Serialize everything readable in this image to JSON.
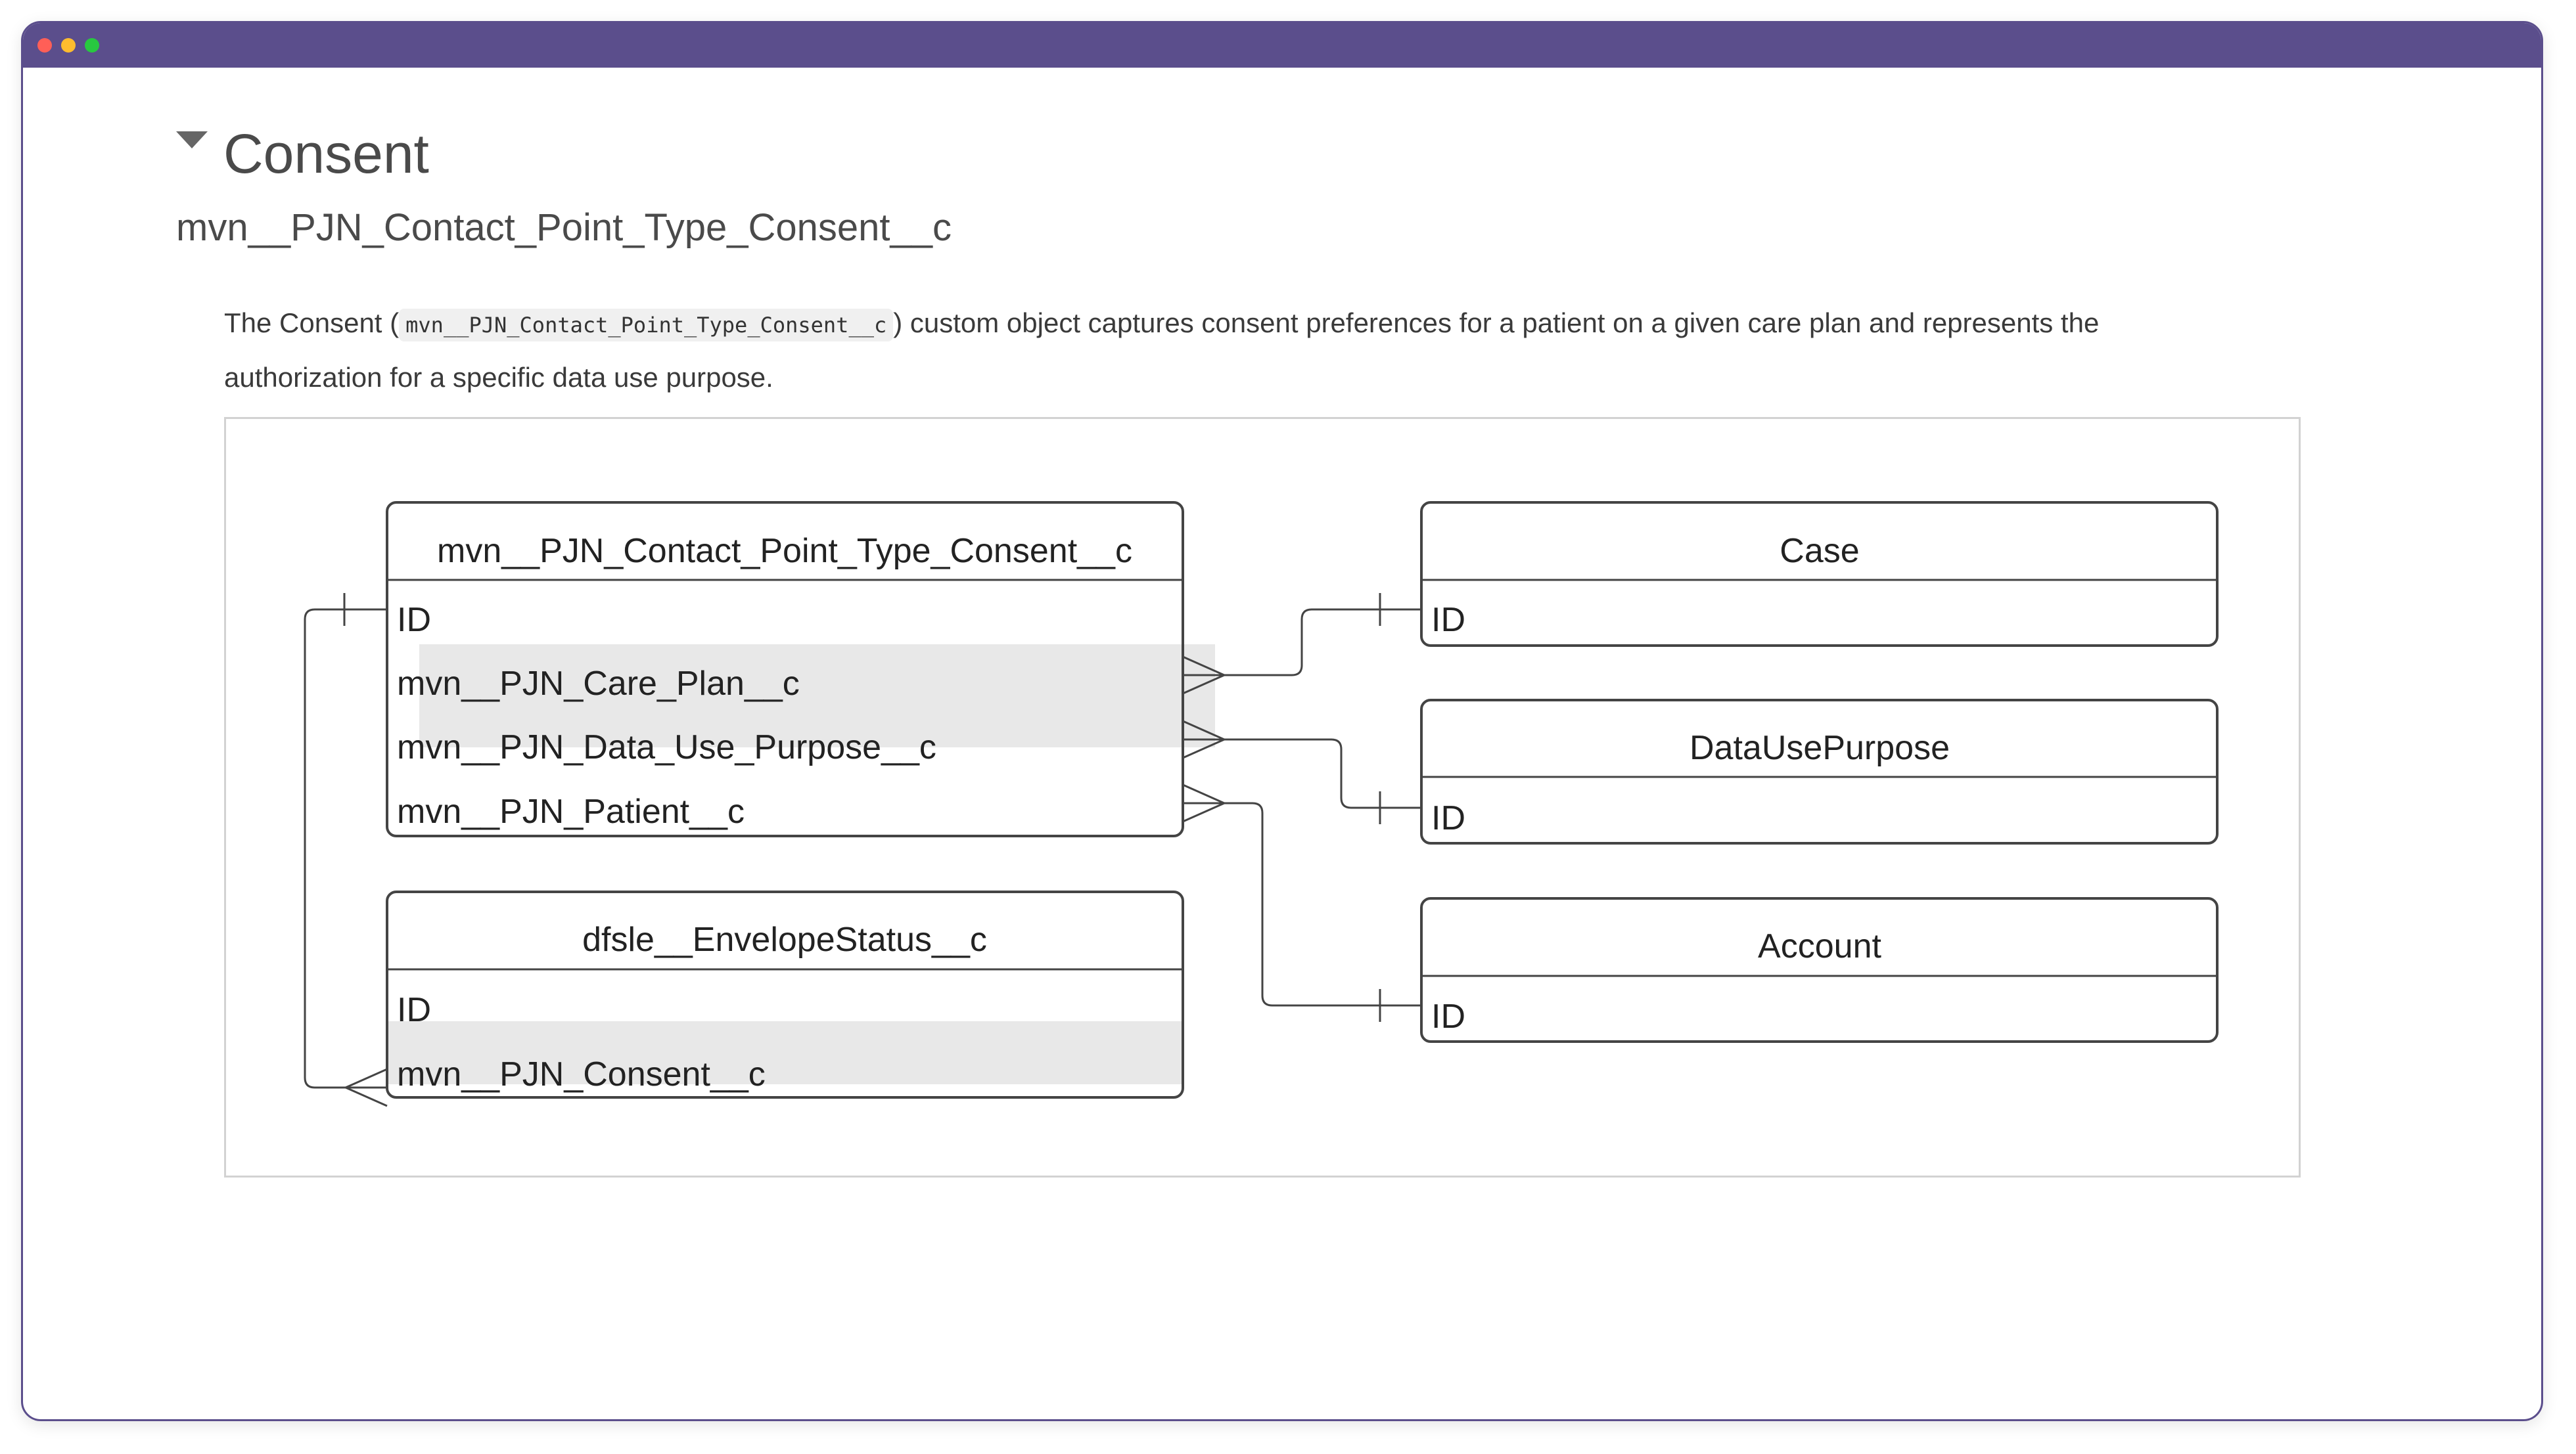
{
  "section": {
    "title": "Consent",
    "api_name": "mvn__PJN_Contact_Point_Type_Consent__c"
  },
  "description": {
    "before": "The Consent (",
    "code": "mvn__PJN_Contact_Point_Type_Consent__c",
    "after": ") custom object captures consent preferences for a patient on a given care plan and represents the authorization for a specific data use purpose."
  },
  "diagram": {
    "entities": {
      "consent": {
        "title": "mvn__PJN_Contact_Point_Type_Consent__c",
        "fields": [
          "ID",
          "mvn__PJN_Care_Plan__c",
          "mvn__PJN_Data_Use_Purpose__c",
          "mvn__PJN_Patient__c"
        ]
      },
      "envelope": {
        "title": "dfsle__EnvelopeStatus__c",
        "fields": [
          "ID",
          "mvn__PJN_Consent__c"
        ]
      },
      "case": {
        "title": "Case",
        "fields": [
          "ID"
        ]
      },
      "data_use_purpose": {
        "title": "DataUsePurpose",
        "fields": [
          "ID"
        ]
      },
      "account": {
        "title": "Account",
        "fields": [
          "ID"
        ]
      }
    },
    "colors": {
      "line": "#444444",
      "alt_row": "#e8e8e8",
      "frame_border": "#d2d2d2"
    }
  }
}
